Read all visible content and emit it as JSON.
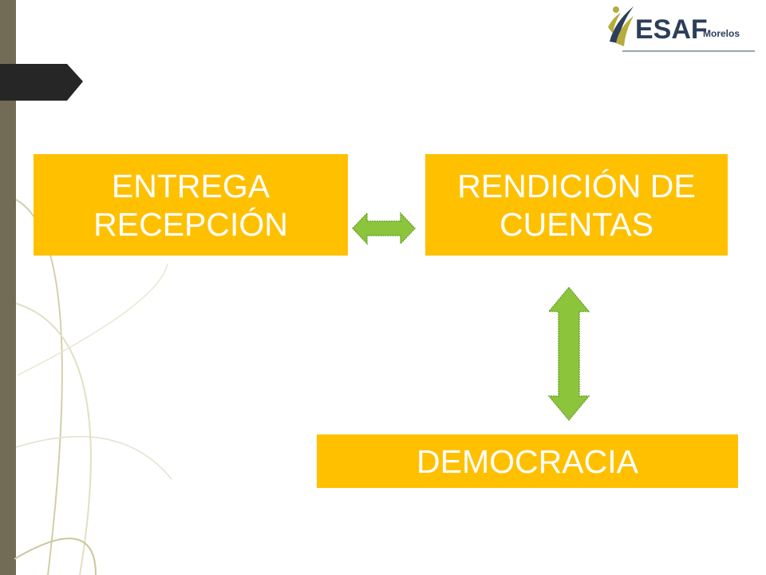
{
  "logo": {
    "word": "ESAF",
    "sub": "Morelos"
  },
  "diagram": {
    "nodes": [
      {
        "id": "entrega",
        "lines": [
          "ENTREGA",
          "RECEPCIÓN"
        ]
      },
      {
        "id": "rendicion",
        "lines": [
          "RENDICIÓN DE",
          "CUENTAS"
        ]
      },
      {
        "id": "democracia",
        "lines": [
          "DEMOCRACIA"
        ]
      }
    ],
    "edges": [
      {
        "from": "entrega",
        "to": "rendicion",
        "direction": "bidirectional"
      },
      {
        "from": "rendicion",
        "to": "democracia",
        "direction": "bidirectional"
      }
    ]
  },
  "colors": {
    "box_fill": "#ffc000",
    "box_text": "#ffffff",
    "arrow_fill": "#8cc43c",
    "sidebar": "#726b56",
    "logo_text": "#2c3e59"
  }
}
